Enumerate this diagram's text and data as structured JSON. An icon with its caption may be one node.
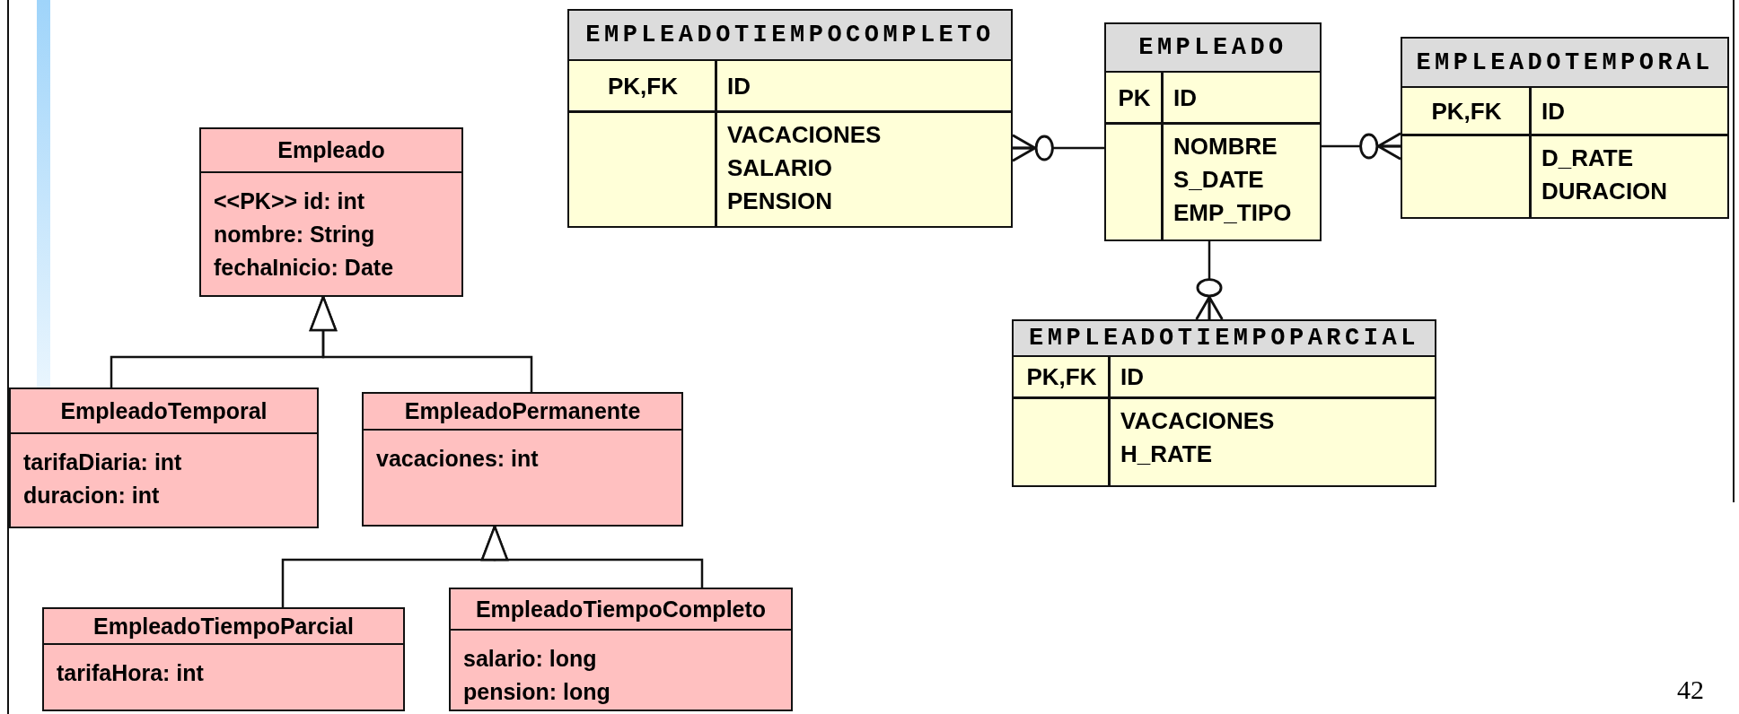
{
  "diagram": {
    "nodes": [
      {
        "text": [
          "Empleado",
          "<<PK>> id: int",
          "nombre: String",
          "fechaInicio: Date"
        ]
      },
      {
        "text": [
          "EmpleadoTemporal",
          "tarifaDiaria: int",
          "duracion: int"
        ]
      },
      {
        "text": [
          "EmpleadoPermanente",
          "vacaciones: int"
        ]
      },
      {
        "text": [
          "EmpleadoTiempoParcial",
          "tarifaHora: int"
        ]
      },
      {
        "text": [
          "EmpleadoTiempoCompleto",
          "salario: long",
          "pension: long"
        ]
      },
      {
        "text": [
          "EMPLEADOTIEMPOCOMPLETO",
          "PK,FK",
          "ID",
          "VACACIONES",
          "SALARIO",
          "PENSION"
        ]
      },
      {
        "text": [
          "EMPLEADO",
          "PK",
          "ID",
          "NOMBRE",
          "S_DATE",
          "EMP_TIPO"
        ]
      },
      {
        "text": [
          "EMPLEADOTEMPORAL",
          "PK,FK",
          "ID",
          "D_RATE",
          "DURACION"
        ]
      },
      {
        "text": [
          "EMPLEADOTIEMPOPARCIAL",
          "PK,FK",
          "ID",
          "VACACIONES",
          "H_RATE"
        ]
      }
    ],
    "edges": [
      {
        "from": 1,
        "to": 0,
        "arrow": "to"
      },
      {
        "from": 2,
        "to": 0,
        "arrow": "to"
      },
      {
        "from": 3,
        "to": 2,
        "arrow": "to"
      },
      {
        "from": 4,
        "to": 2,
        "arrow": "to"
      },
      {
        "from": 6,
        "to": 5,
        "arrow": "other"
      },
      {
        "from": 6,
        "to": 7,
        "arrow": "other"
      },
      {
        "from": 6,
        "to": 8,
        "arrow": "other"
      }
    ],
    "labels": [
      "42"
    ]
  }
}
